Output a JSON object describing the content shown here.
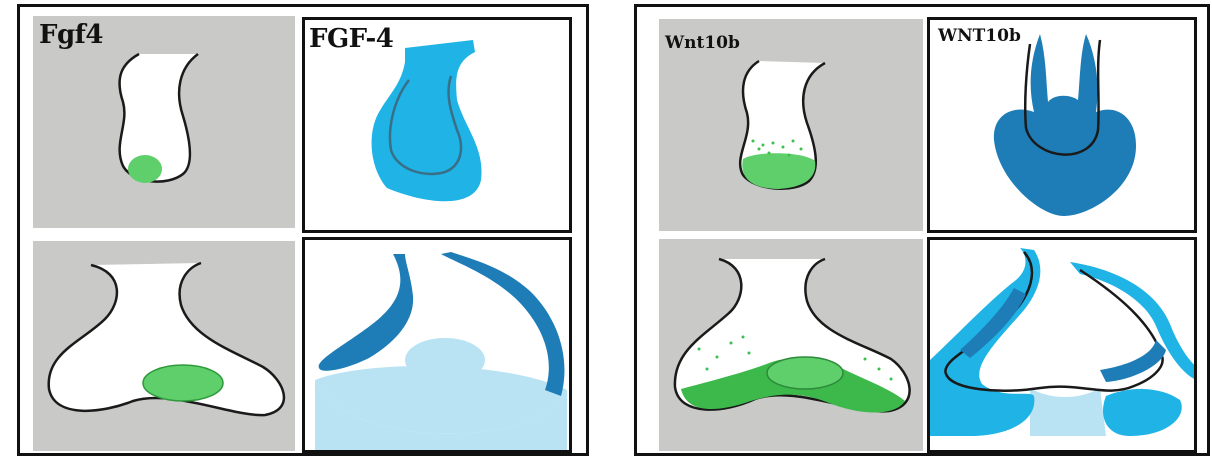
{
  "figure_left": {
    "panels": {
      "top_left": {
        "label": "Fgf4"
      },
      "top_right": {
        "label": "FGF-4"
      },
      "bottom_left": {
        "label": ""
      },
      "bottom_right": {
        "label": ""
      }
    }
  },
  "figure_right": {
    "panels": {
      "top_left": {
        "label": "Wnt10b"
      },
      "top_right": {
        "label": "WNT10b"
      },
      "bottom_left": {
        "label": ""
      },
      "bottom_right": {
        "label": ""
      }
    }
  },
  "colors": {
    "panel_gray": "#c9cac8",
    "expression_green": "#5ecf6a",
    "protein_light_blue": "#1fb3e6",
    "protein_dark_blue": "#1e7db6",
    "protein_pale_blue": "#b9e2f3",
    "outline": "#1a1a1a"
  }
}
